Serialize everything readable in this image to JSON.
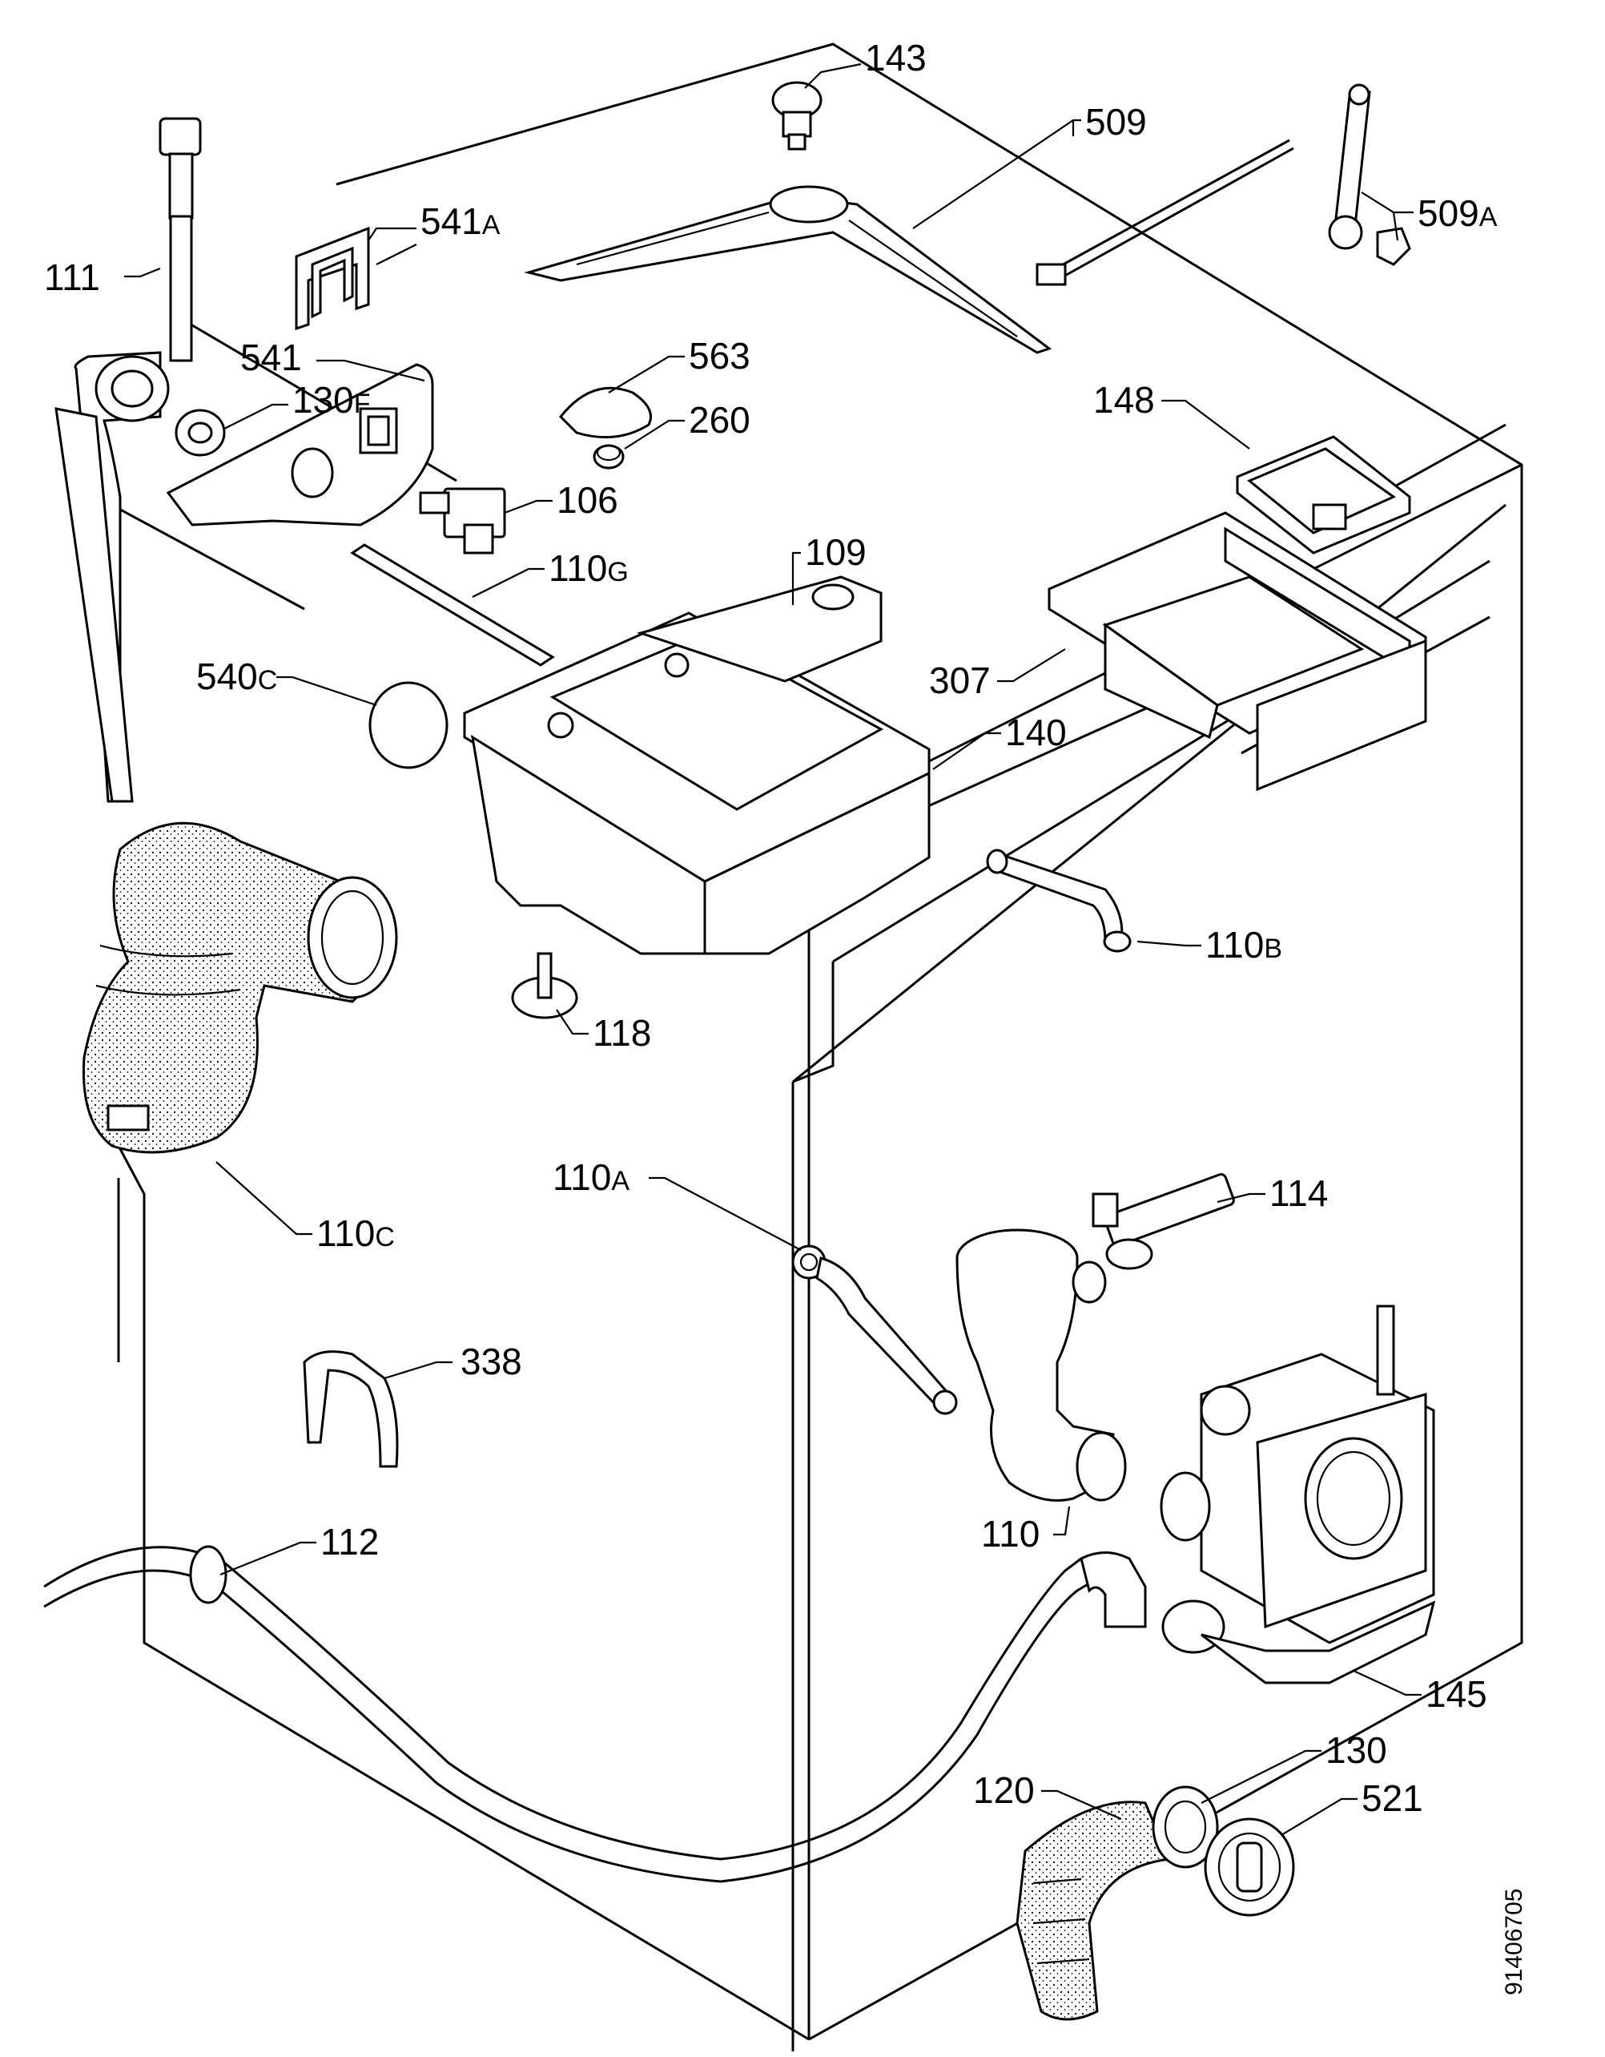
{
  "document_number": "91406705",
  "callouts": [
    {
      "id": "143",
      "num": "143",
      "sfx": ""
    },
    {
      "id": "509",
      "num": "509",
      "sfx": ""
    },
    {
      "id": "509a",
      "num": "509",
      "sfx": "A"
    },
    {
      "id": "111",
      "num": "111",
      "sfx": ""
    },
    {
      "id": "541a",
      "num": "541",
      "sfx": "A"
    },
    {
      "id": "541",
      "num": "541",
      "sfx": ""
    },
    {
      "id": "130f",
      "num": "130",
      "sfx": "F"
    },
    {
      "id": "563",
      "num": "563",
      "sfx": ""
    },
    {
      "id": "260",
      "num": "260",
      "sfx": ""
    },
    {
      "id": "106",
      "num": "106",
      "sfx": ""
    },
    {
      "id": "148",
      "num": "148",
      "sfx": ""
    },
    {
      "id": "109",
      "num": "109",
      "sfx": ""
    },
    {
      "id": "110g",
      "num": "110",
      "sfx": "G"
    },
    {
      "id": "540c",
      "num": "540",
      "sfx": "C"
    },
    {
      "id": "307",
      "num": "307",
      "sfx": ""
    },
    {
      "id": "140",
      "num": "140",
      "sfx": ""
    },
    {
      "id": "110b",
      "num": "110",
      "sfx": "B"
    },
    {
      "id": "118",
      "num": "118",
      "sfx": ""
    },
    {
      "id": "110c",
      "num": "110",
      "sfx": "C"
    },
    {
      "id": "110a",
      "num": "110",
      "sfx": "A"
    },
    {
      "id": "114",
      "num": "114",
      "sfx": ""
    },
    {
      "id": "338",
      "num": "338",
      "sfx": ""
    },
    {
      "id": "110",
      "num": "110",
      "sfx": ""
    },
    {
      "id": "112",
      "num": "112",
      "sfx": ""
    },
    {
      "id": "145",
      "num": "145",
      "sfx": ""
    },
    {
      "id": "130",
      "num": "130",
      "sfx": ""
    },
    {
      "id": "120",
      "num": "120",
      "sfx": ""
    },
    {
      "id": "521",
      "num": "521",
      "sfx": ""
    }
  ]
}
